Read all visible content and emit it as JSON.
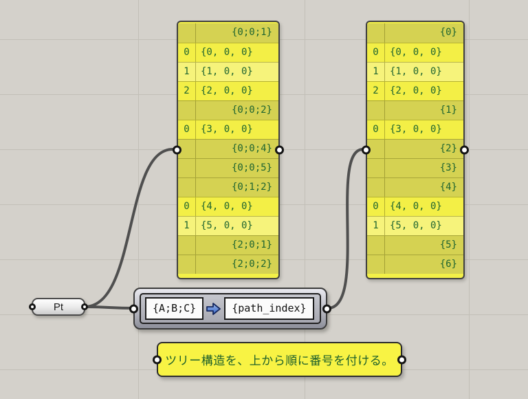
{
  "colors": {
    "canvas_bg": "#d4d1cb",
    "grid_line": "#c2bfb7",
    "panel_header_yellow": "#d5d252",
    "panel_item_yellow": "#f3ef46",
    "panel_item_yellow_alt": "#f6f37b",
    "panel_text_green": "#1e6430",
    "note_yellow": "#f8f344",
    "wire_gray": "#4f4f4f",
    "arrow_blue": "#3566c8"
  },
  "panels": {
    "left": {
      "rows": [
        {
          "type": "path",
          "path": "{0;0;1}"
        },
        {
          "type": "item",
          "index": 0,
          "value": "{0, 0, 0}"
        },
        {
          "type": "item",
          "index": 1,
          "value": "{1, 0, 0}"
        },
        {
          "type": "item",
          "index": 2,
          "value": "{2, 0, 0}"
        },
        {
          "type": "path",
          "path": "{0;0;2}"
        },
        {
          "type": "item",
          "index": 0,
          "value": "{3, 0, 0}"
        },
        {
          "type": "path",
          "path": "{0;0;4}"
        },
        {
          "type": "path",
          "path": "{0;0;5}"
        },
        {
          "type": "path",
          "path": "{0;1;2}"
        },
        {
          "type": "item",
          "index": 0,
          "value": "{4, 0, 0}"
        },
        {
          "type": "item",
          "index": 1,
          "value": "{5, 0, 0}"
        },
        {
          "type": "path",
          "path": "{2;0;1}"
        },
        {
          "type": "path",
          "path": "{2;0;2}"
        }
      ]
    },
    "right": {
      "rows": [
        {
          "type": "path",
          "path": "{0}"
        },
        {
          "type": "item",
          "index": 0,
          "value": "{0, 0, 0}"
        },
        {
          "type": "item",
          "index": 1,
          "value": "{1, 0, 0}"
        },
        {
          "type": "item",
          "index": 2,
          "value": "{2, 0, 0}"
        },
        {
          "type": "path",
          "path": "{1}"
        },
        {
          "type": "item",
          "index": 0,
          "value": "{3, 0, 0}"
        },
        {
          "type": "path",
          "path": "{2}"
        },
        {
          "type": "path",
          "path": "{3}"
        },
        {
          "type": "path",
          "path": "{4}"
        },
        {
          "type": "item",
          "index": 0,
          "value": "{4, 0, 0}"
        },
        {
          "type": "item",
          "index": 1,
          "value": "{5, 0, 0}"
        },
        {
          "type": "path",
          "path": "{5}"
        },
        {
          "type": "path",
          "path": "{6}"
        }
      ]
    }
  },
  "pt_param": {
    "label": "Pt"
  },
  "path_mapper": {
    "source_mask": "{A;B;C}",
    "target_mask": "{path_index}"
  },
  "note": {
    "text": "ツリー構造を、上から順に番号を付ける。"
  }
}
